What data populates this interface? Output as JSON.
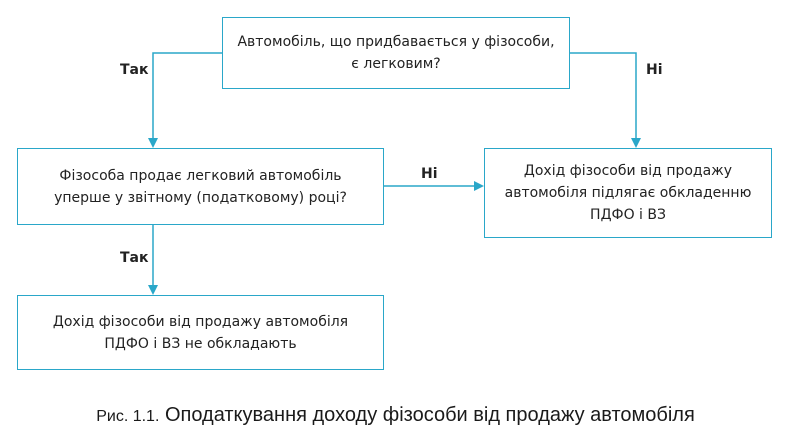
{
  "boxes": {
    "question_passenger_car": {
      "line1": "Автомобіль, що придбавається у фізособи,",
      "line2": "є легковим?"
    },
    "question_first_sale": {
      "line1": "Фізособа продає легковий автомобіль",
      "line2": "уперше у звітному (податковому) році?"
    },
    "result_taxed": {
      "line1": "Дохід фізособи від продажу",
      "line2": "автомобіля підлягає обкладенню",
      "line3": "ПДФО і ВЗ"
    },
    "result_not_taxed": {
      "line1": "Дохід фізособи від продажу автомобіля",
      "line2": "ПДФО і ВЗ не обкладають"
    }
  },
  "labels": {
    "yes_1": "Так",
    "no_1": "Ні",
    "no_2": "Ні",
    "yes_2": "Так"
  },
  "caption": {
    "prefix": "Рис. 1.1.",
    "title": "Оподаткування доходу фізособи від продажу автомобіля"
  },
  "colors": {
    "box_border": "#2aa7c9",
    "arrow": "#2aa7c9",
    "text": "#222222"
  }
}
